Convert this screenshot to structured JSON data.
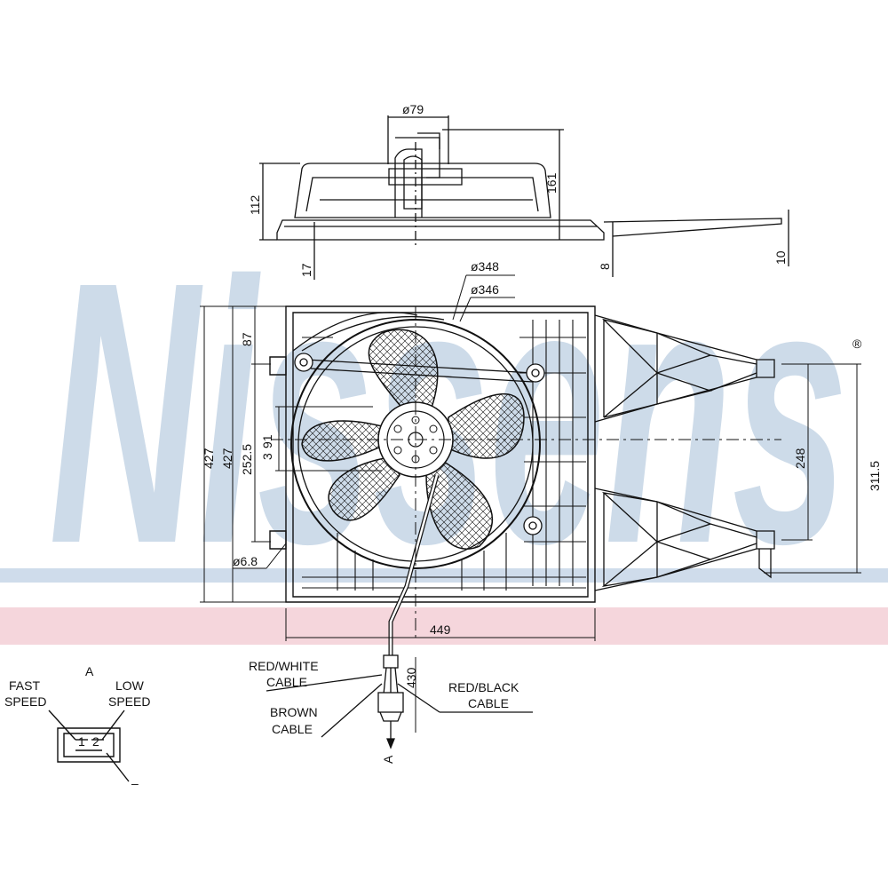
{
  "watermark": {
    "brand": "Nissens",
    "registered": "®",
    "color": "#aac0d6"
  },
  "dimensions": {
    "hub_diameter": "ø79",
    "height_161": "161",
    "depth_112": "112",
    "offset_17": "17",
    "offset_8": "8",
    "offset_10": "10",
    "ring_outer": "ø348",
    "ring_inner": "ø346",
    "height_427_outer": "427",
    "height_427_inner": "427",
    "top_87": "87",
    "center_252_5": "252.5",
    "hub_91": "91",
    "hub_3": "3",
    "hole_6_8": "ø6.8",
    "mount_248": "248",
    "mount_311_5": "311.5",
    "width_449": "449",
    "cable_430": "430"
  },
  "cables": {
    "red_white": [
      "RED/WHITE",
      "CABLE"
    ],
    "brown": [
      "BROWN",
      "CABLE"
    ],
    "red_black": [
      "RED/BLACK",
      "CABLE"
    ],
    "view_a": "A"
  },
  "connector": {
    "view_label": "A",
    "fast": [
      "FAST",
      "SPEED"
    ],
    "low": [
      "LOW",
      "SPEED"
    ],
    "pin1": "1",
    "pin2": "2",
    "ground": "–"
  }
}
